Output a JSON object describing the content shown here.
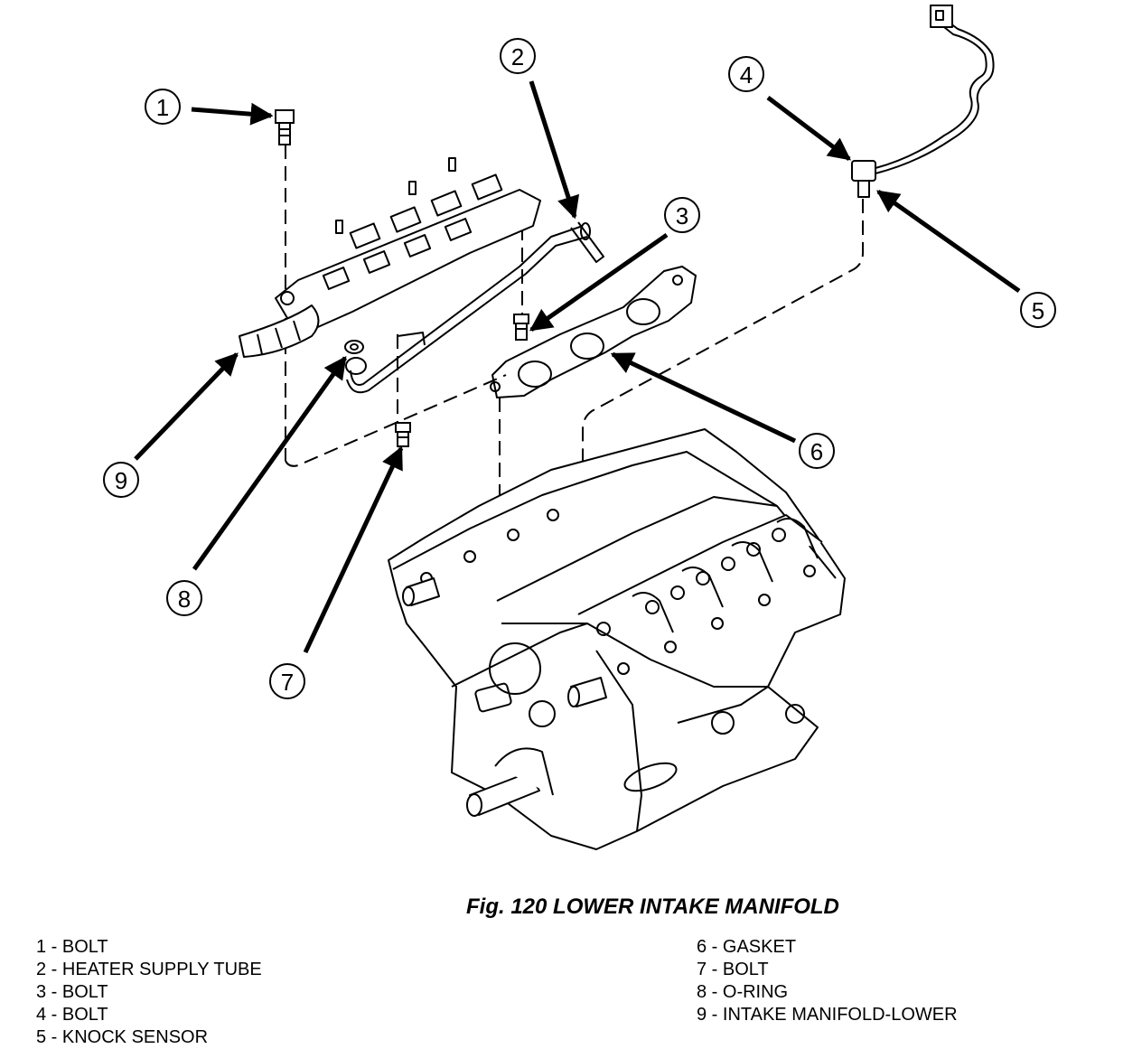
{
  "figure": {
    "caption": "Fig. 120 LOWER INTAKE MANIFOLD"
  },
  "callouts": [
    "1",
    "2",
    "3",
    "4",
    "5",
    "6",
    "7",
    "8",
    "9"
  ],
  "legend": {
    "left": [
      "1 - BOLT",
      "2 - HEATER SUPPLY TUBE",
      "3 - BOLT",
      "4 - BOLT",
      "5 - KNOCK SENSOR"
    ],
    "right": [
      "6 - GASKET",
      "7 - BOLT",
      "8 - O-RING",
      "9 - INTAKE MANIFOLD-LOWER"
    ]
  }
}
